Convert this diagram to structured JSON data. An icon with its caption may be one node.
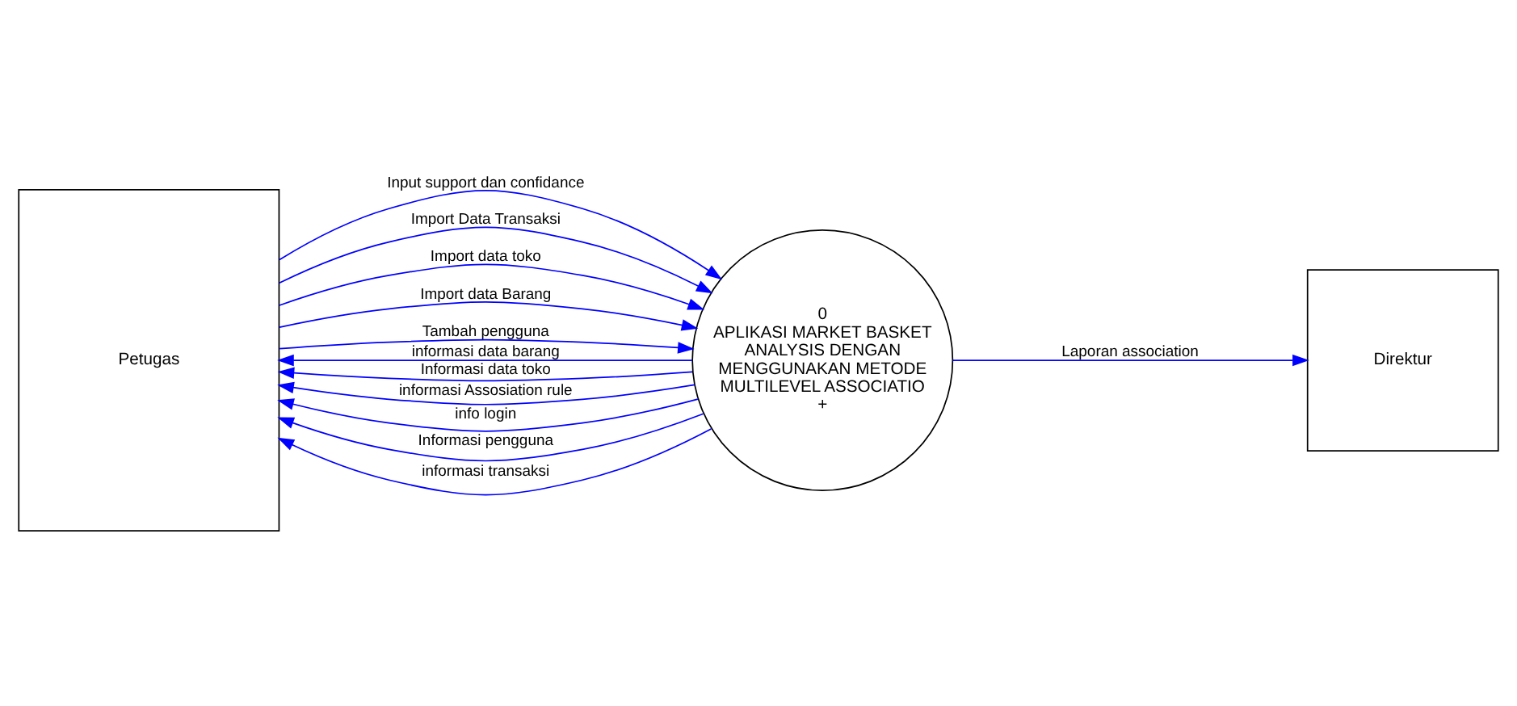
{
  "diagram": {
    "nodes": [
      {
        "text": [
          "Petugas"
        ]
      },
      {
        "text": [
          "0",
          "APLIKASI MARKET BASKET ANALYSIS DENGAN MENGGUNAKAN METODE MULTILEVEL ASSOCIATIO",
          "+"
        ]
      },
      {
        "text": [
          "Direktur"
        ]
      }
    ],
    "edges": [
      {
        "from": 1,
        "to": 0,
        "arrow": "to",
        "label": "informasi data barang"
      },
      {
        "from": 0,
        "to": 1,
        "arrow": "to",
        "label": "Input support dan confidance"
      },
      {
        "from": 0,
        "to": 1,
        "arrow": "to",
        "label": "Import Data Transaksi"
      },
      {
        "from": 1,
        "to": 0,
        "arrow": "to",
        "label": "Informasi data toko"
      },
      {
        "from": 0,
        "to": 1,
        "arrow": "to",
        "label": "Import data toko"
      },
      {
        "from": 0,
        "to": 1,
        "arrow": "to",
        "label": "Import data Barang"
      },
      {
        "from": 1,
        "to": 0,
        "arrow": "to",
        "label": "informasi Assosiation rule"
      },
      {
        "from": 1,
        "to": 0,
        "arrow": "to",
        "label": "info login"
      },
      {
        "from": 1,
        "to": 0,
        "arrow": "to",
        "label": "Informasi pengguna"
      },
      {
        "from": 0,
        "to": 1,
        "arrow": "to",
        "label": "Tambah pengguna"
      },
      {
        "from": 1,
        "to": 0,
        "arrow": "to",
        "label": "informasi transaksi"
      },
      {
        "from": 1,
        "to": 2,
        "arrow": "to",
        "label": "Laporan association"
      }
    ]
  }
}
